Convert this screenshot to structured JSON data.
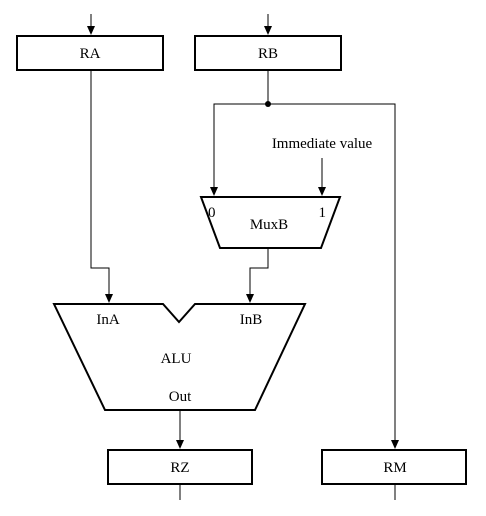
{
  "registers": {
    "ra": "RA",
    "rb": "RB",
    "rz": "RZ",
    "rm": "RM"
  },
  "mux": {
    "name": "MuxB",
    "input_0": "0",
    "input_1": "1",
    "immediate_label": "Immediate value"
  },
  "alu": {
    "name": "ALU",
    "in_a": "InA",
    "in_b": "InB",
    "out": "Out"
  },
  "colors": {
    "stroke": "#000000",
    "background": "#ffffff"
  }
}
